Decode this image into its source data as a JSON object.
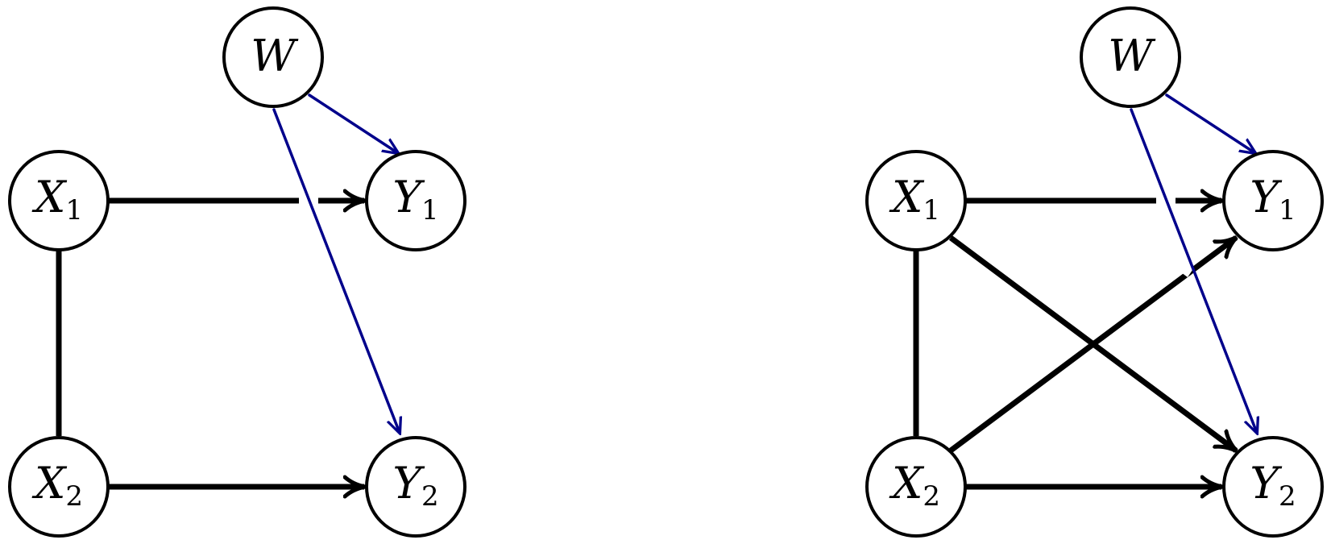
{
  "diagrams": [
    {
      "id": "left",
      "nodes": {
        "W": {
          "main": "W",
          "sub": ""
        },
        "X1": {
          "main": "X",
          "sub": "1"
        },
        "Y1": {
          "main": "Y",
          "sub": "1"
        },
        "X2": {
          "main": "X",
          "sub": "2"
        },
        "Y2": {
          "main": "Y",
          "sub": "2"
        }
      }
    },
    {
      "id": "right",
      "nodes": {
        "W": {
          "main": "W",
          "sub": ""
        },
        "X1": {
          "main": "X",
          "sub": "1"
        },
        "Y1": {
          "main": "Y",
          "sub": "1"
        },
        "X2": {
          "main": "X",
          "sub": "2"
        },
        "Y2": {
          "main": "Y",
          "sub": "2"
        }
      }
    }
  ],
  "colors": {
    "edge": "#000000",
    "weight_edge": "#00008b",
    "node_stroke": "#000000",
    "background": "#ffffff"
  }
}
